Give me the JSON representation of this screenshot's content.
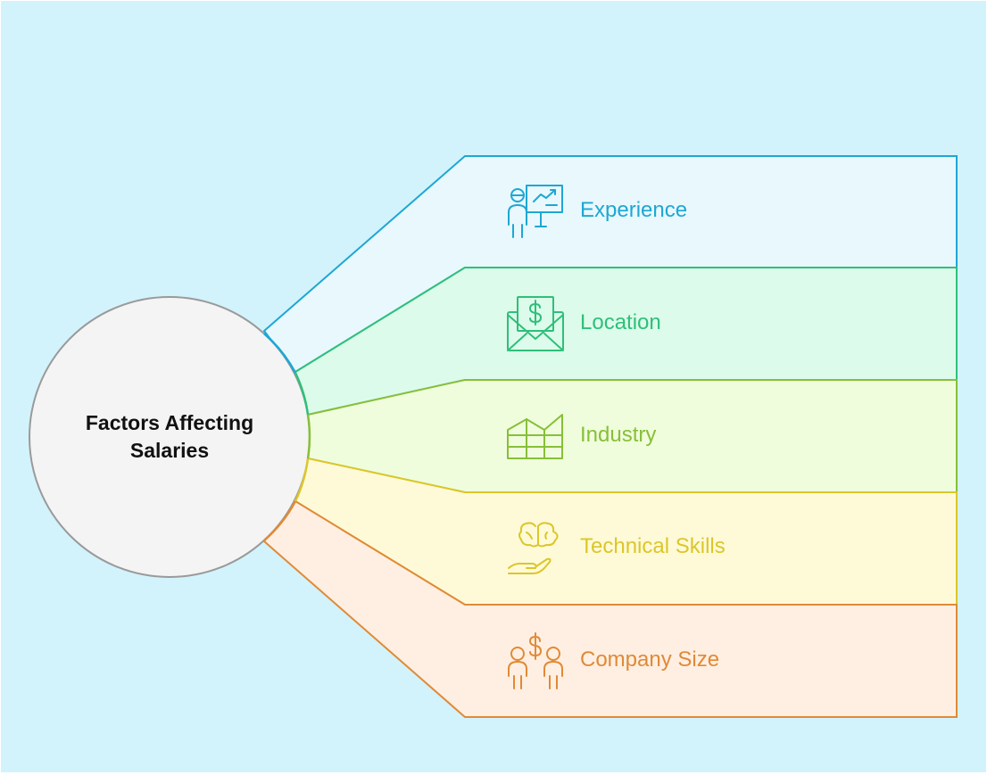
{
  "center": {
    "title": "Factors Affecting Salaries"
  },
  "factors": [
    {
      "label": "Experience",
      "icon": "teacher-presentation-icon",
      "stroke": "#1ea7d3",
      "fill": "#e8f8fd",
      "text": "#1ea7d3"
    },
    {
      "label": "Location",
      "icon": "money-envelope-icon",
      "stroke": "#2fbf7a",
      "fill": "#dcfbeb",
      "text": "#2fbf7a"
    },
    {
      "label": "Industry",
      "icon": "factory-chart-icon",
      "stroke": "#87bf3a",
      "fill": "#f0fddc",
      "text": "#87bf3a"
    },
    {
      "label": "Technical Skills",
      "icon": "brain-hand-icon",
      "stroke": "#dcc62a",
      "fill": "#fefad7",
      "text": "#dcc62a"
    },
    {
      "label": "Company Size",
      "icon": "people-dollar-icon",
      "stroke": "#e08a37",
      "fill": "#ffefe2",
      "text": "#e08a37"
    }
  ]
}
